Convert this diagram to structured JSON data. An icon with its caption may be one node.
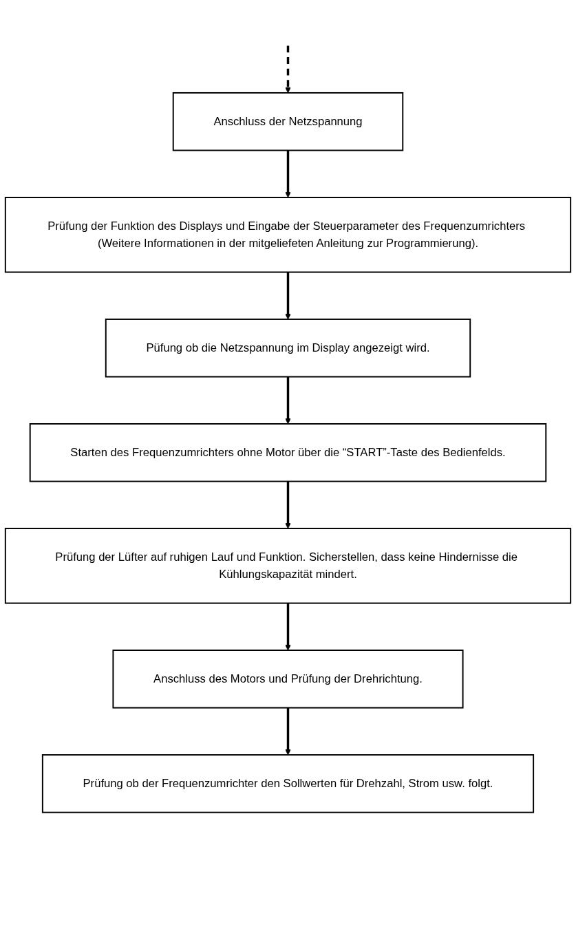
{
  "diagram": {
    "nodes": [
      {
        "text": [
          "Anschluss der Netzspannung"
        ]
      },
      {
        "text": [
          "Prüfung der Funktion des Displays und Eingabe der Steuerparameter des Frequenzumrichters (Weitere Informationen in der mitgeliefeten Anleitung zur Programmierung)."
        ]
      },
      {
        "text": [
          "Püfung ob die Netzspannung im Display angezeigt wird."
        ]
      },
      {
        "text": [
          "Starten des Frequenzumrichters ohne Motor über die “START”-Taste des Bedienfelds."
        ]
      },
      {
        "text": [
          "Prüfung der Lüfter auf ruhigen Lauf und Funktion. Sicherstellen, dass keine Hindernisse die Kühlungskapazität mindert."
        ]
      },
      {
        "text": [
          "Anschluss des Motors und Prüfung der Drehrichtung."
        ]
      },
      {
        "text": [
          "Prüfung ob der Frequenzumrichter den Sollwerten für Drehzahl, Strom usw. folgt."
        ]
      }
    ],
    "edges": [
      {
        "from": null,
        "to": 0,
        "arrow": "to",
        "style": "dashed"
      },
      {
        "from": 0,
        "to": 1,
        "arrow": "to"
      },
      {
        "from": 1,
        "to": 2,
        "arrow": "to"
      },
      {
        "from": 2,
        "to": 3,
        "arrow": "to"
      },
      {
        "from": 3,
        "to": 4,
        "arrow": "to"
      },
      {
        "from": 4,
        "to": 5,
        "arrow": "to"
      },
      {
        "from": 5,
        "to": 6,
        "arrow": "to"
      }
    ]
  }
}
